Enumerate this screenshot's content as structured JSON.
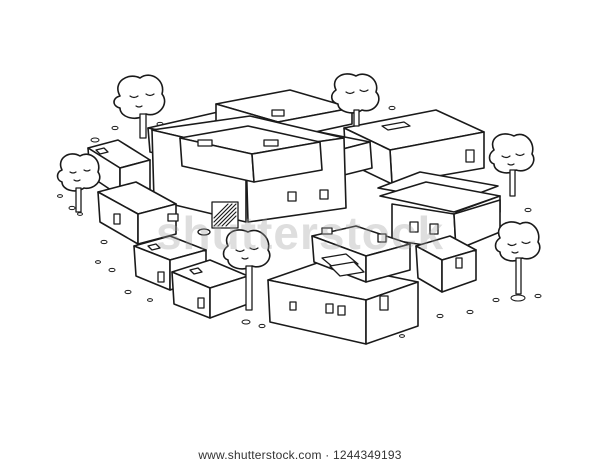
{
  "image": {
    "description_tag": "line-art"
  },
  "watermark": {
    "text": "shutterstock"
  },
  "footer": {
    "text": "www.shutterstock.com · 1244349193"
  }
}
